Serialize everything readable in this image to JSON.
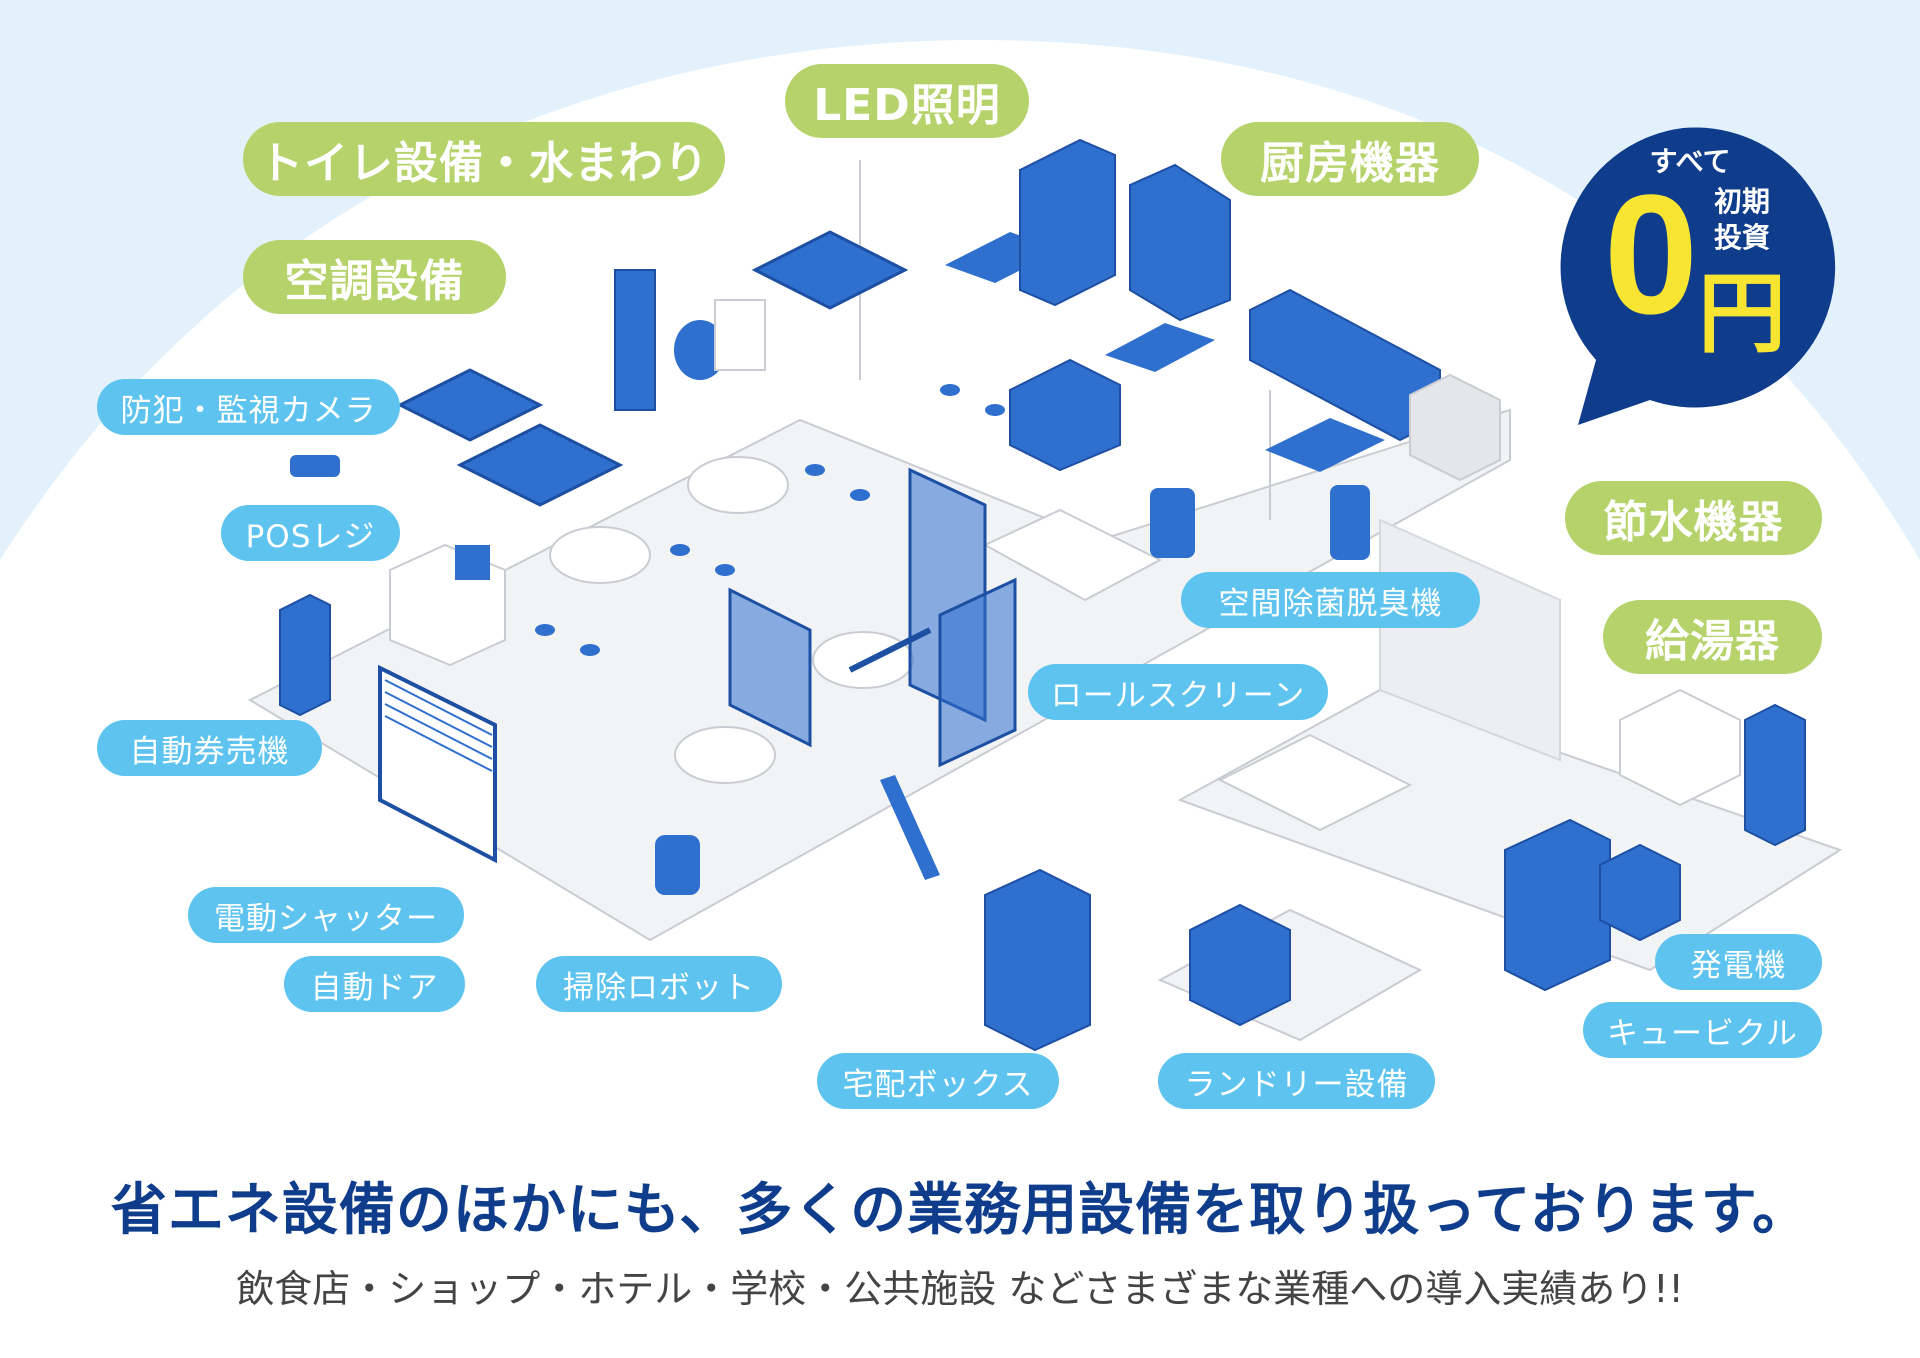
{
  "colors": {
    "sky": "#e2f1fb",
    "floor": "#f2f3f5",
    "outline": "#c9ccd2",
    "equipment": "#2f6fce",
    "equipment_dark": "#1d4fa3",
    "green_pill": "#b5d36a",
    "blue_pill": "#5ec4ef",
    "badge": "#0f3d8c",
    "badge_accent": "#f7e531",
    "headline": "#0f3d8c"
  },
  "green_labels": {
    "toilet": "トイレ設備・水まわり",
    "led": "LED照明",
    "kitchen": "厨房機器",
    "aircon": "空調設備",
    "water_saving": "節水機器",
    "water_heater": "給湯器"
  },
  "blue_labels": {
    "camera": "防犯・監視カメラ",
    "pos": "POSレジ",
    "ticket": "自動券売機",
    "shutter": "電動シャッター",
    "auto_door": "自動ドア",
    "robot": "掃除ロボット",
    "delivery": "宅配ボックス",
    "laundry": "ランドリー設備",
    "sterilizer": "空間除菌脱臭機",
    "roll_screen": "ロールスクリーン",
    "generator": "発電機",
    "cubicle": "キュービクル"
  },
  "badge": {
    "top": "すべて",
    "zero": "0",
    "initial_1": "初期",
    "initial_2": "投資",
    "yen": "円"
  },
  "headline": "省エネ設備のほかにも、多くの業務用設備を取り扱っております。",
  "subline": "飲食店・ショップ・ホテル・学校・公共施設 などさまざまな業種への導入実績あり!!"
}
